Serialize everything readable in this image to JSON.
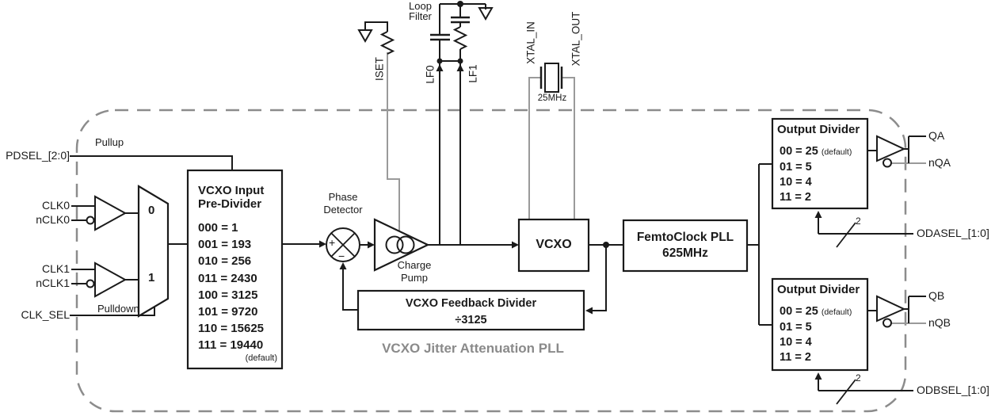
{
  "colors": {
    "line": "#1a1a1a",
    "gray_wire": "#9a9a9a",
    "dashed_border": "#8c8c8c",
    "caption_gray": "#8a8a8a"
  },
  "left_inputs": {
    "pdsel": "PDSEL_[2:0]",
    "pullup": "Pullup",
    "clk0": "CLK0",
    "nclk0": "nCLK0",
    "clk1": "CLK1",
    "nclk1": "nCLK1",
    "clk_sel": "CLK_SEL",
    "pulldown": "Pulldown"
  },
  "mux": {
    "in0": "0",
    "in1": "1"
  },
  "analog_top": {
    "iset": "ISET",
    "loop_filter": [
      "Loop",
      "Filter"
    ],
    "lf0": "LF0",
    "lf1": "LF1",
    "xtal_in": "XTAL_IN",
    "xtal_out": "XTAL_OUT",
    "crystal_freq": "25MHz"
  },
  "pre_divider": {
    "title": [
      "VCXO Input",
      "Pre-Divider"
    ],
    "rows": [
      "000 = 1",
      "001 = 193",
      "010 = 256",
      "011 = 2430",
      "100 = 3125",
      "101 = 9720",
      "110 = 15625",
      "111 = 19440"
    ],
    "default_note": "(default)"
  },
  "pll": {
    "phase_detector": [
      "Phase",
      "Detector"
    ],
    "plus": "+",
    "minus": "−",
    "charge_pump": [
      "Charge",
      "Pump"
    ],
    "vcxo": "VCXO",
    "femtoclock": [
      "FemtoClock PLL",
      "625MHz"
    ],
    "feedback": [
      "VCXO Feedback Divider",
      "÷3125"
    ],
    "caption": "VCXO Jitter Attenuation PLL"
  },
  "divider_a": {
    "title": "Output Divider",
    "row_default": "00 = 25",
    "default_note": "(default)",
    "rows": [
      "01 = 5",
      "10 = 4",
      "11 = 2"
    ],
    "q": "QA",
    "nq": "nQA",
    "sel": "ODASEL_[1:0]",
    "bus_width": "2"
  },
  "divider_b": {
    "title": "Output Divider",
    "row_default": "00 = 25",
    "default_note": "(default)",
    "rows": [
      "01 = 5",
      "10 = 4",
      "11 = 2"
    ],
    "q": "QB",
    "nq": "nQB",
    "sel": "ODBSEL_[1:0]",
    "bus_width": "2"
  }
}
